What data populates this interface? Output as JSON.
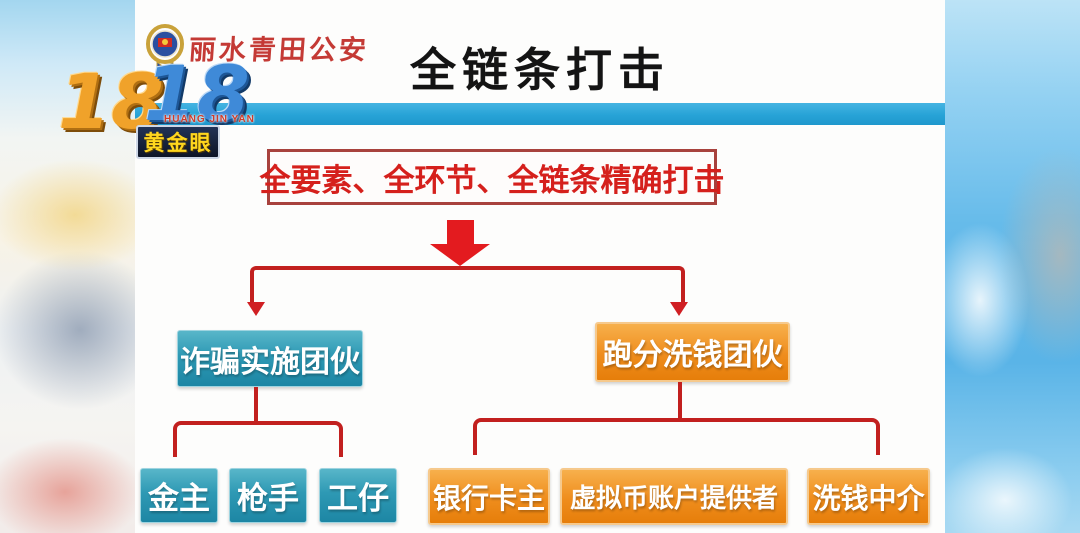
{
  "watermark": {
    "line1_gold": "18",
    "line1_blue": "18",
    "pinyin": "HUANG JIN YAN",
    "name": "黄金眼"
  },
  "slide": {
    "org_name": "丽水青田公安",
    "title": "全链条打击",
    "strategy": "全要素、全环节、全链条精确打击",
    "left_group": {
      "label": "诈骗实施团伙",
      "children": [
        "金主",
        "枪手",
        "工仔"
      ]
    },
    "right_group": {
      "label": "跑分洗钱团伙",
      "children": [
        "银行卡主",
        "虚拟币账户提供者",
        "洗钱中介"
      ]
    }
  },
  "icons": {
    "header_badge": "police-badge-icon"
  },
  "colors": {
    "header_bar_blue": "#27a3d7",
    "connector_red": "#c2201f",
    "arrow_red": "#e31b1f",
    "strategy_text_red": "#d5201c",
    "strategy_border_red": "#a8423d",
    "teal_box": "#2e99b4",
    "orange_box": "#ef8d1d",
    "logo_gold": "#f0a22a",
    "logo_blue": "#3f8ad8",
    "logo_name_yellow": "#ffd71e"
  }
}
